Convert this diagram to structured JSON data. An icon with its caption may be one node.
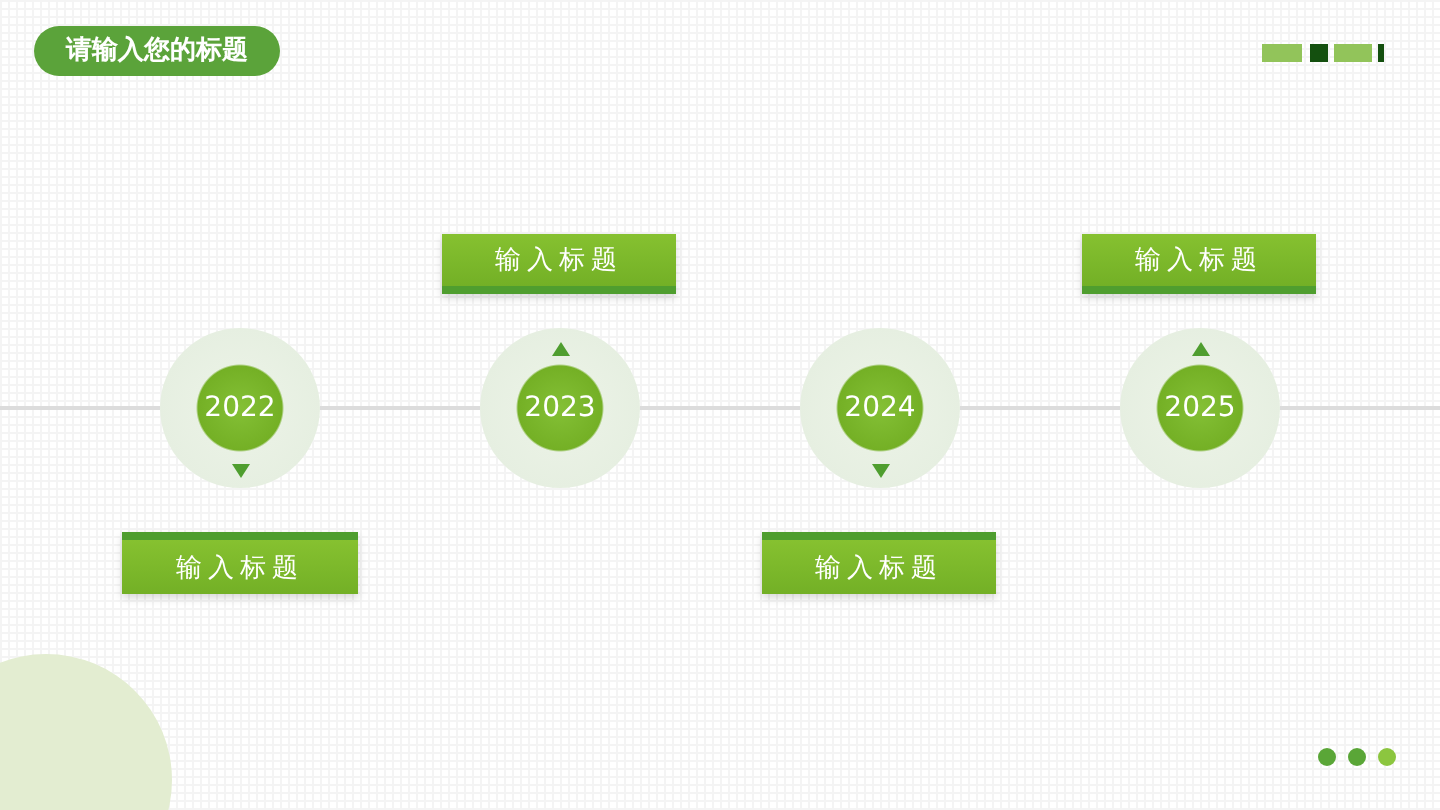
{
  "diagram": {
    "title": "请输入您的标题",
    "nodes": [
      {
        "text": [
          "2022"
        ]
      },
      {
        "text": [
          "2023"
        ]
      },
      {
        "text": [
          "2024"
        ]
      },
      {
        "text": [
          "2025"
        ]
      },
      {
        "text": [
          "输入标题"
        ]
      },
      {
        "text": [
          "输入标题"
        ]
      },
      {
        "text": [
          "输入标题"
        ]
      },
      {
        "text": [
          "输入标题"
        ]
      }
    ],
    "edges": [
      {
        "from": null,
        "to": 0,
        "arrow": "none"
      },
      {
        "from": 0,
        "to": 1,
        "arrow": "none"
      },
      {
        "from": 1,
        "to": 2,
        "arrow": "none"
      },
      {
        "from": 2,
        "to": 3,
        "arrow": "none"
      },
      {
        "from": 3,
        "to": null,
        "arrow": "none"
      }
    ]
  }
}
